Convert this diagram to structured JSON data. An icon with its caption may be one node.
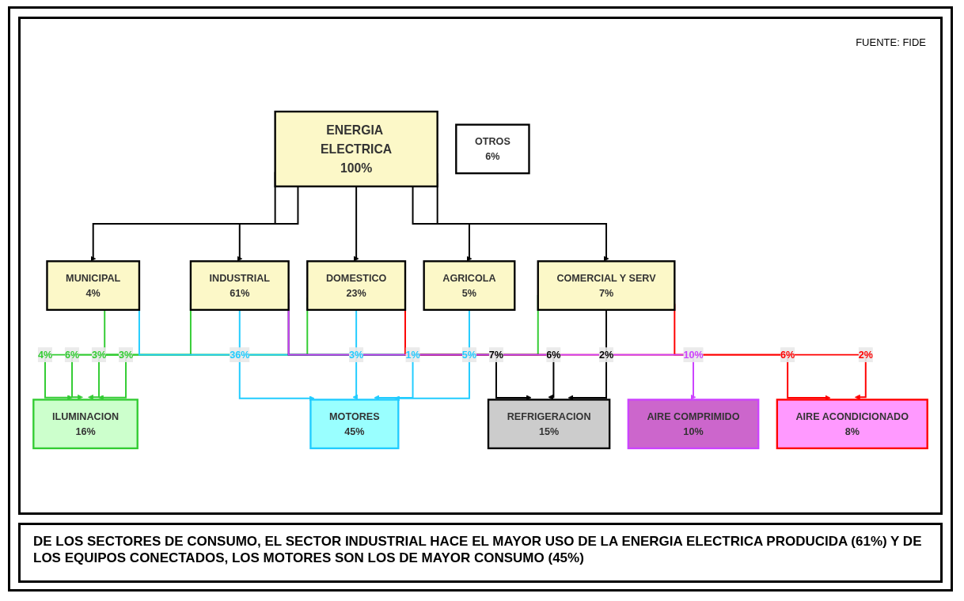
{
  "diagram": {
    "caption": "DE LOS SECTORES DE CONSUMO, EL SECTOR INDUSTRIAL HACE EL MAYOR USO DE LA ENERGIA ELECTRICA PRODUCIDA (61%) Y DE LOS EQUIPOS CONECTADOS, LOS MOTORES SON LOS DE MAYOR CONSUMO (45%)",
    "nodes": [
      {
        "text": [
          "ENERGIA ELECTRICA",
          "100%"
        ]
      },
      {
        "text": [
          "INDUSTRIAL",
          "61%"
        ]
      },
      {
        "text": [
          "DOMESTICO",
          "23%"
        ]
      },
      {
        "text": [
          "COMERCIAL Y SERV",
          "7%"
        ]
      },
      {
        "text": [
          "MUNICIPAL",
          "4%"
        ]
      },
      {
        "text": [
          "AGRICOLA",
          "5%"
        ]
      },
      {
        "text": [
          "OTROS",
          "6%"
        ]
      },
      {
        "text": [
          "ILUMINACION",
          "16%"
        ]
      },
      {
        "text": [
          "MOTORES",
          "45%"
        ]
      },
      {
        "text": [
          "REFRIGERACION",
          "15%"
        ]
      },
      {
        "text": [
          "AIRE ACONDICIONADO",
          "8%"
        ]
      },
      {
        "text": [
          "AIRE COMPRIMIDO",
          "10%"
        ]
      }
    ],
    "edges": [
      {
        "from": 0,
        "to": 1,
        "arrow": "to"
      },
      {
        "from": 0,
        "to": 2,
        "arrow": "to"
      },
      {
        "from": 0,
        "to": 3,
        "arrow": "to"
      },
      {
        "from": 0,
        "to": 4,
        "arrow": "to"
      },
      {
        "from": 0,
        "to": 5,
        "arrow": "to"
      },
      {
        "from": 1,
        "to": 7,
        "arrow": "to",
        "label": "4%",
        "color": "#33cc33"
      },
      {
        "from": 2,
        "to": 7,
        "arrow": "to",
        "label": "6%",
        "color": "#33cc33"
      },
      {
        "from": 3,
        "to": 7,
        "arrow": "to",
        "label": "3%",
        "color": "#33cc33"
      },
      {
        "from": 4,
        "to": 7,
        "arrow": "to",
        "label": "3%",
        "color": "#33cc33"
      },
      {
        "from": 1,
        "to": 8,
        "arrow": "to",
        "label": "36%",
        "color": "#22ccff"
      },
      {
        "from": 2,
        "to": 8,
        "arrow": "to",
        "label": "3%",
        "color": "#22ccff"
      },
      {
        "from": 4,
        "to": 8,
        "arrow": "to",
        "label": "1%",
        "color": "#22ccff"
      },
      {
        "from": 5,
        "to": 8,
        "arrow": "to",
        "label": "5%",
        "color": "#22ccff"
      },
      {
        "from": 1,
        "to": 9,
        "arrow": "to",
        "label": "7%"
      },
      {
        "from": 2,
        "to": 9,
        "arrow": "to",
        "label": "6%"
      },
      {
        "from": 3,
        "to": 9,
        "arrow": "to",
        "label": "2%"
      },
      {
        "from": 2,
        "to": 10,
        "arrow": "to",
        "label": "6%",
        "color": "#ff0000"
      },
      {
        "from": 3,
        "to": 10,
        "arrow": "to",
        "label": "2%",
        "color": "#ff0000"
      },
      {
        "from": 1,
        "to": 11,
        "arrow": "to",
        "label": "10%",
        "color": "#cc44ff"
      }
    ],
    "labels": [
      "FUENTE: FIDE"
    ]
  }
}
